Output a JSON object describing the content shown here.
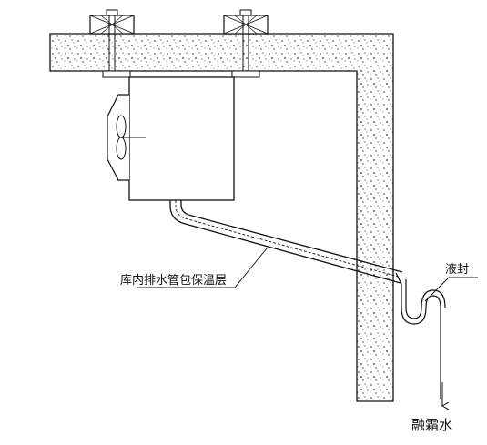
{
  "labels": {
    "insulated_drain_pipe": "库内排水管包保温层",
    "liquid_seal": "液封",
    "defrost_water": "融霜水"
  }
}
